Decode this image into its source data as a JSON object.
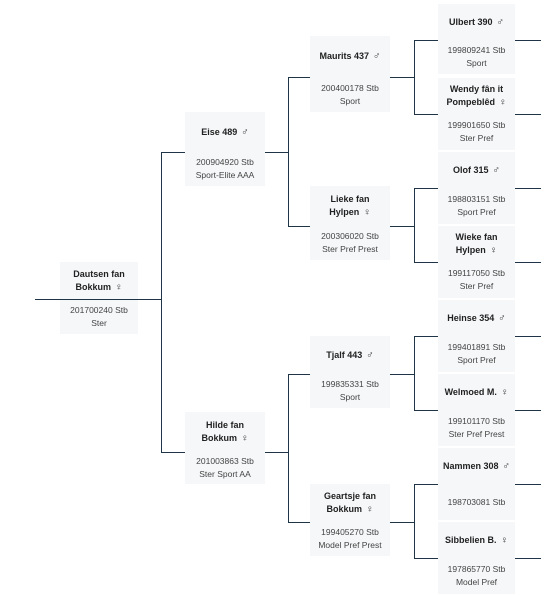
{
  "horses": {
    "subject": {
      "name": "Dautsen fan Bokkum",
      "sex_icon": "female-icon",
      "sex_symbol": "♀",
      "number": "201700240 Stb",
      "status": "Ster"
    },
    "sire": {
      "name": "Eise 489",
      "sex_icon": "male-icon",
      "sex_symbol": "♂",
      "number": "200904920 Stb",
      "status": "Sport-Elite AAA"
    },
    "dam": {
      "name": "Hilde fan Bokkum",
      "sex_icon": "female-icon",
      "sex_symbol": "♀",
      "number": "201003863 Stb",
      "status": "Ster Sport AA"
    },
    "sire_sire": {
      "name": "Maurits 437",
      "sex_icon": "male-icon",
      "sex_symbol": "♂",
      "number": "200400178 Stb",
      "status": "Sport"
    },
    "sire_dam": {
      "name": "Lieke fan Hylpen",
      "sex_icon": "female-icon",
      "sex_symbol": "♀",
      "number": "200306020 Stb",
      "status": "Ster Pref Prest"
    },
    "dam_sire": {
      "name": "Tjalf 443",
      "sex_icon": "male-icon",
      "sex_symbol": "♂",
      "number": "199835331 Stb",
      "status": "Sport"
    },
    "dam_dam": {
      "name": "Geartsje fan Bokkum",
      "sex_icon": "female-icon",
      "sex_symbol": "♀",
      "number": "199405270 Stb",
      "status": "Model Pref Prest"
    },
    "sss": {
      "name": "Ulbert 390",
      "sex_icon": "male-icon",
      "sex_symbol": "♂",
      "number": "199809241 Stb",
      "status": "Sport"
    },
    "ssd": {
      "name": "Wendy fân it Pompeblêd",
      "sex_icon": "female-icon",
      "sex_symbol": "♀",
      "number": "199901650 Stb",
      "status": "Ster Pref"
    },
    "sds": {
      "name": "Olof 315",
      "sex_icon": "male-icon",
      "sex_symbol": "♂",
      "number": "198803151 Stb",
      "status": "Sport Pref"
    },
    "sdd": {
      "name": "Wieke fan Hylpen",
      "sex_icon": "female-icon",
      "sex_symbol": "♀",
      "number": "199117050 Stb",
      "status": "Ster Pref"
    },
    "dss": {
      "name": "Heinse 354",
      "sex_icon": "male-icon",
      "sex_symbol": "♂",
      "number": "199401891 Stb",
      "status": "Sport Pref"
    },
    "dsd": {
      "name": "Welmoed M.",
      "sex_icon": "female-icon",
      "sex_symbol": "♀",
      "number": "199101170 Stb",
      "status": "Ster Pref Prest"
    },
    "dds": {
      "name": "Nammen 308",
      "sex_icon": "male-icon",
      "sex_symbol": "♂",
      "number": "198703081 Stb",
      "status": ""
    },
    "ddd": {
      "name": "Sibbelien B.",
      "sex_icon": "female-icon",
      "sex_symbol": "♀",
      "number": "197865770 Stb",
      "status": "Model Pref"
    }
  },
  "colors": {
    "line": "#1f3447",
    "card_background": "#f5f7f9"
  }
}
